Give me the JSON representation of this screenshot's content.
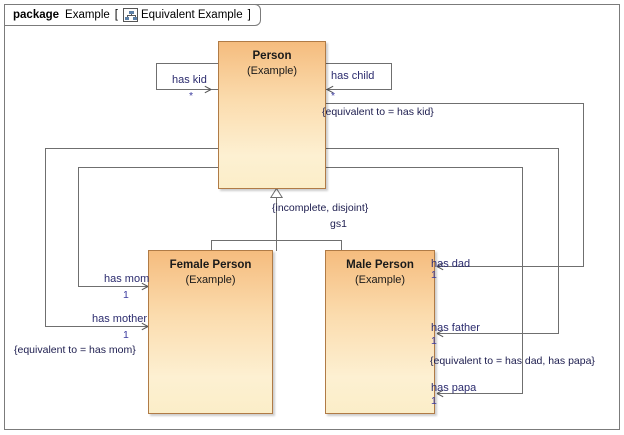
{
  "package": {
    "keyword": "package",
    "name": "Example",
    "bracket_open": "[",
    "diagram_icon": "class-diagram-icon",
    "diagram_name": "Equivalent Example",
    "bracket_close": "]"
  },
  "classes": [
    {
      "id": "person",
      "name": "Person",
      "qualifier": "(Example)"
    },
    {
      "id": "female",
      "name": "Female Person",
      "qualifier": "(Example)"
    },
    {
      "id": "male",
      "name": "Male Person",
      "qualifier": "(Example)"
    }
  ],
  "generalization": {
    "constraint": "{incomplete, disjoint}",
    "set_name": "gs1"
  },
  "associations": [
    {
      "id": "has-kid",
      "name": "has kid",
      "multiplicity": "*"
    },
    {
      "id": "has-child",
      "name": "has child",
      "multiplicity": "*"
    },
    {
      "id": "has-mom",
      "name": "has mom",
      "multiplicity": "1"
    },
    {
      "id": "has-mother",
      "name": "has mother",
      "multiplicity": "1"
    },
    {
      "id": "has-dad",
      "name": "has dad",
      "multiplicity": "1"
    },
    {
      "id": "has-father",
      "name": "has father",
      "multiplicity": "1"
    },
    {
      "id": "has-papa",
      "name": "has papa",
      "multiplicity": "1"
    }
  ],
  "notes": [
    {
      "id": "note-has-kid",
      "text": "{equivalent to = has kid}"
    },
    {
      "id": "note-has-mom",
      "text": "{equivalent to = has mom}"
    },
    {
      "id": "note-has-dad",
      "text": "{equivalent to = has dad, has papa}"
    }
  ],
  "colors": {
    "class_fill_top": "#f5bc7e",
    "class_fill_bottom": "#fbeec8",
    "class_border": "#b07b46",
    "connector": "#6f6f6f",
    "label_text": "#2b2b6e",
    "frame_border": "#7b7b7b",
    "canvas": "#ffffff"
  }
}
